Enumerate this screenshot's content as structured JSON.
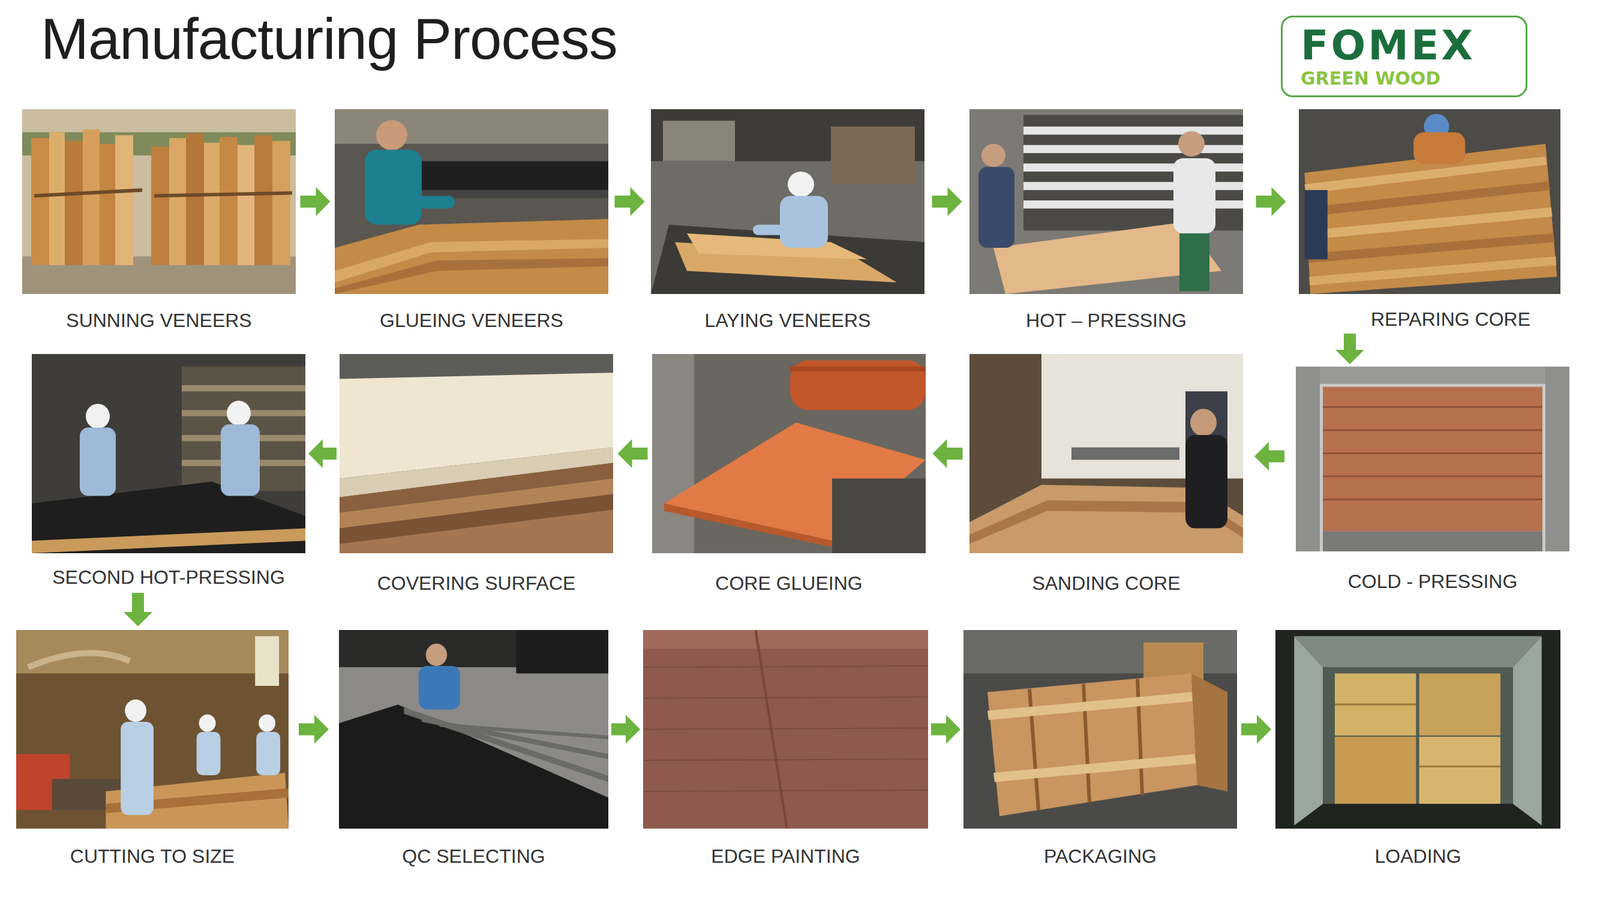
{
  "diagram": {
    "title": "Manufacturing Process",
    "nodes": [
      {
        "text": [
          "FOMEX",
          "GREEN WOOD"
        ]
      },
      {
        "text": [
          "SUNNING VENEERS"
        ]
      },
      {
        "text": [
          "GLUEING VENEERS"
        ]
      },
      {
        "text": [
          "LAYING VENEERS"
        ]
      },
      {
        "text": [
          "HOT – PRESSING"
        ]
      },
      {
        "text": [
          "REPARING CORE"
        ]
      },
      {
        "text": [
          "COLD - PRESSING"
        ]
      },
      {
        "text": [
          "SANDING CORE"
        ]
      },
      {
        "text": [
          "CORE GLUEING"
        ]
      },
      {
        "text": [
          "COVERING SURFACE"
        ]
      },
      {
        "text": [
          "SECOND HOT-PRESSING"
        ]
      },
      {
        "text": [
          "CUTTING TO SIZE"
        ]
      },
      {
        "text": [
          "QC SELECTING"
        ]
      },
      {
        "text": [
          "EDGE PAINTING"
        ]
      },
      {
        "text": [
          "PACKAGING"
        ]
      },
      {
        "text": [
          "LOADING"
        ]
      }
    ],
    "edges": [
      {
        "from": 1,
        "to": 2,
        "arrow": "to"
      },
      {
        "from": 2,
        "to": 3,
        "arrow": "to"
      },
      {
        "from": 3,
        "to": 4,
        "arrow": "to"
      },
      {
        "from": 4,
        "to": 5,
        "arrow": "to"
      },
      {
        "from": 5,
        "to": 6,
        "arrow": "to"
      },
      {
        "from": 6,
        "to": 7,
        "arrow": "to"
      },
      {
        "from": 7,
        "to": 8,
        "arrow": "to"
      },
      {
        "from": 8,
        "to": 9,
        "arrow": "to"
      },
      {
        "from": 9,
        "to": 10,
        "arrow": "to"
      },
      {
        "from": 10,
        "to": 11,
        "arrow": "to"
      },
      {
        "from": 11,
        "to": 12,
        "arrow": "to"
      },
      {
        "from": 12,
        "to": 13,
        "arrow": "to"
      },
      {
        "from": 13,
        "to": 14,
        "arrow": "to"
      },
      {
        "from": 14,
        "to": 15,
        "arrow": "to"
      }
    ]
  }
}
